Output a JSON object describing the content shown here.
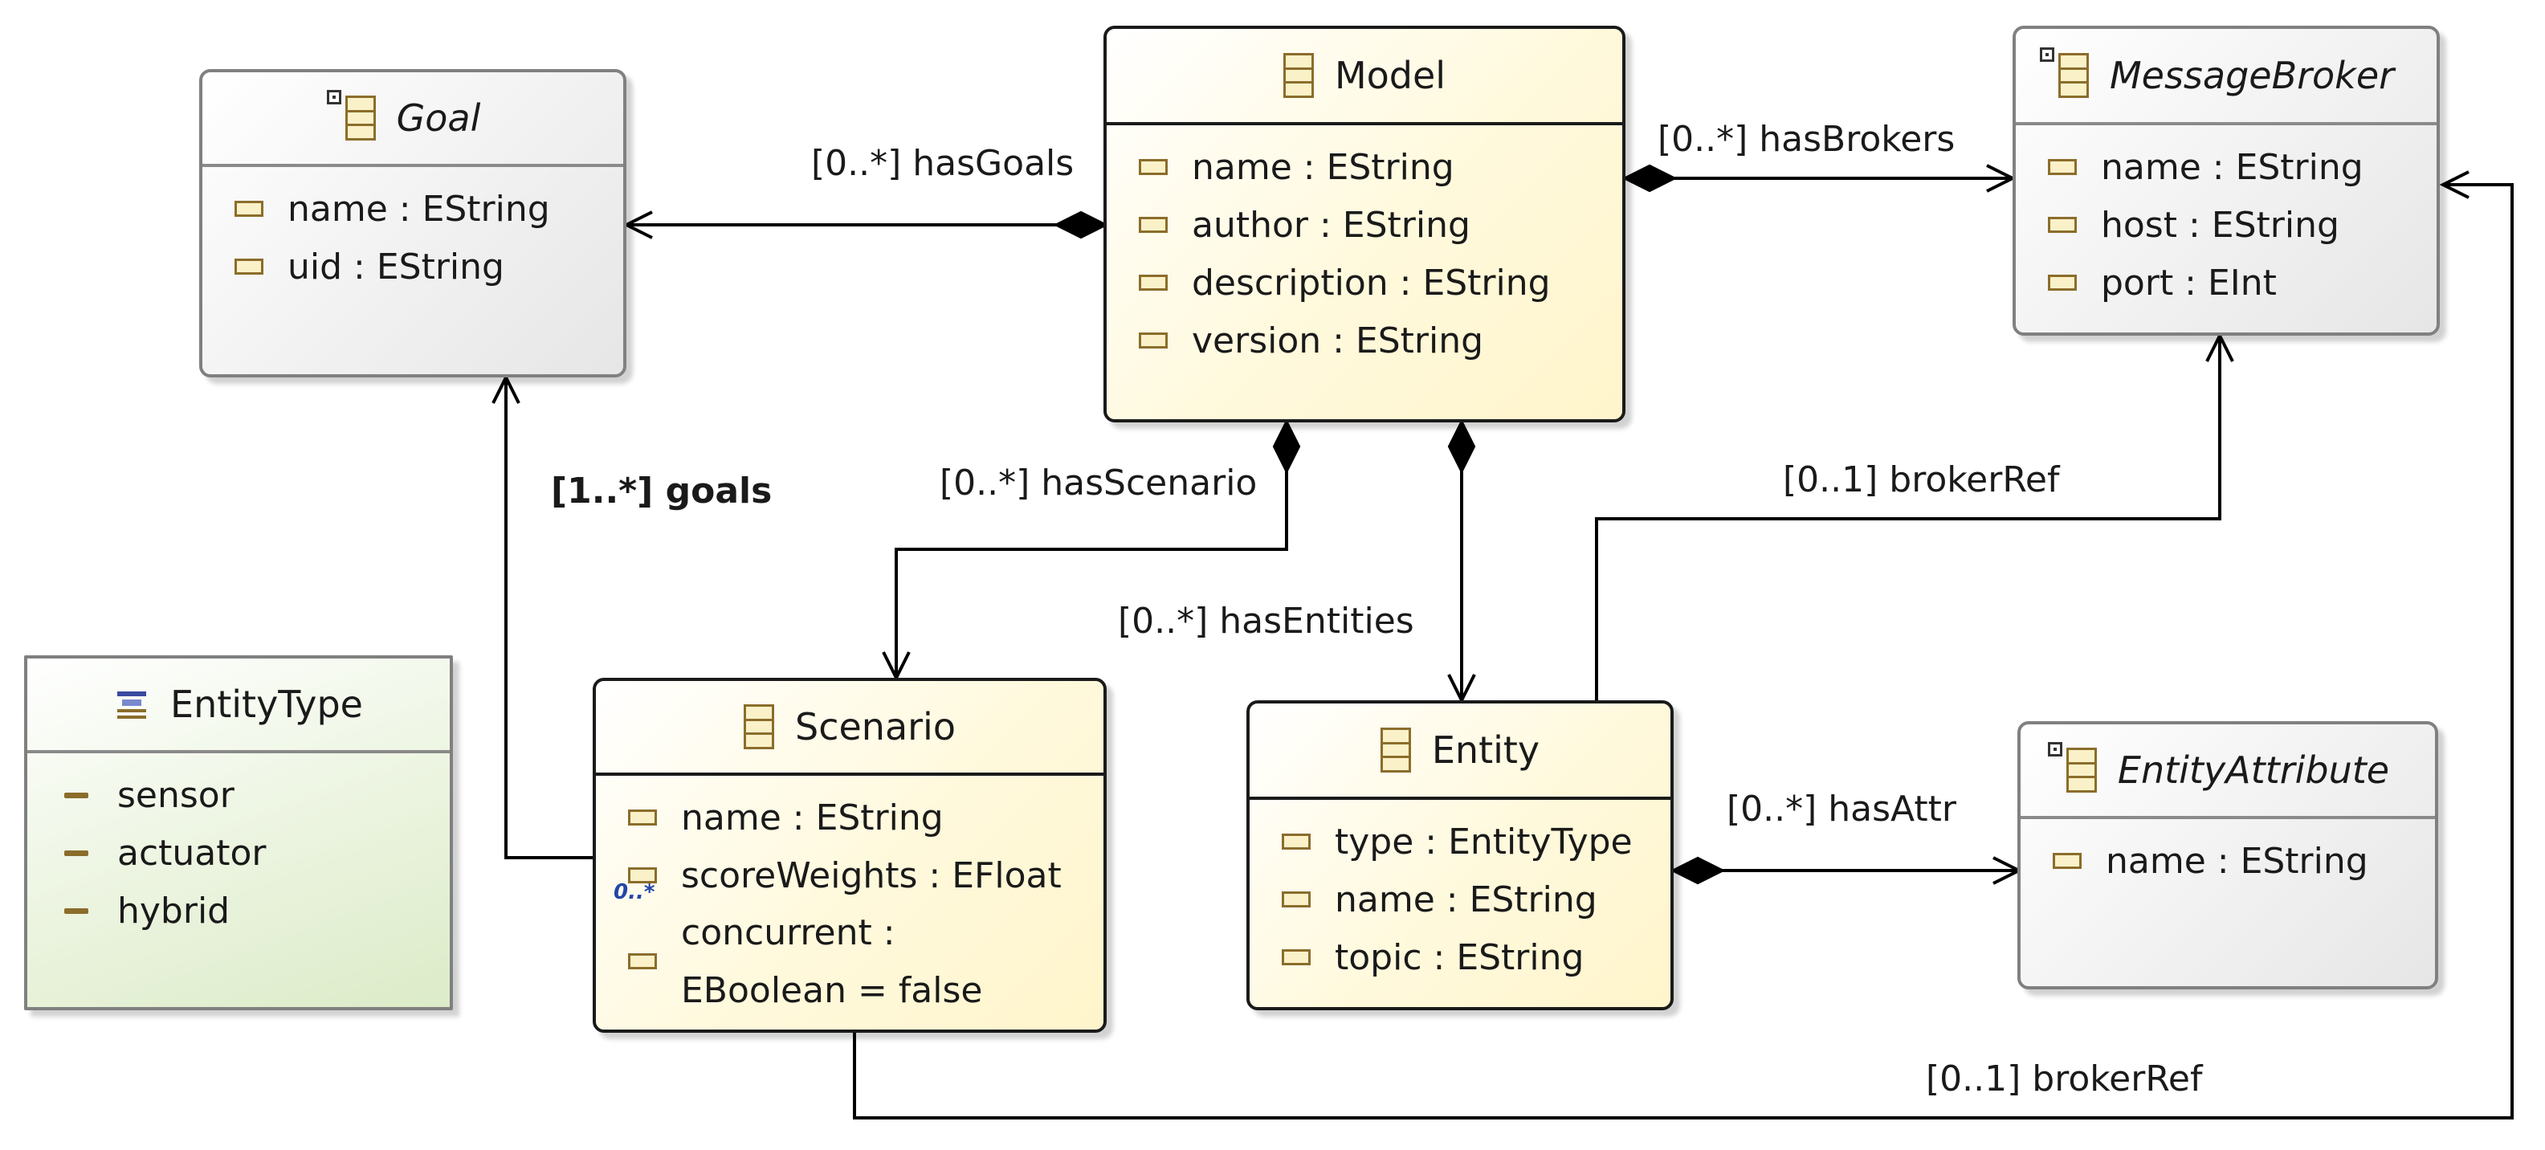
{
  "classes": {
    "goal": {
      "name": "Goal",
      "attrs": [
        "name : EString",
        "uid : EString"
      ]
    },
    "model": {
      "name": "Model",
      "attrs": [
        "name : EString",
        "author : EString",
        "description : EString",
        "version : EString"
      ]
    },
    "broker": {
      "name": "MessageBroker",
      "attrs": [
        "name : EString",
        "host : EString",
        "port : EInt"
      ]
    },
    "entitytype": {
      "name": "EntityType",
      "literals": [
        "sensor",
        "actuator",
        "hybrid"
      ]
    },
    "scenario": {
      "name": "Scenario",
      "attrs": [
        "name : EString",
        "scoreWeights : EFloat",
        "concurrent :",
        "EBoolean = false"
      ],
      "multiplicity_icon": "0..*"
    },
    "entity": {
      "name": "Entity",
      "attrs": [
        "type : EntityType",
        "name : EString",
        "topic : EString"
      ]
    },
    "entityattribute": {
      "name": "EntityAttribute",
      "attrs": [
        "name : EString"
      ]
    }
  },
  "references": {
    "hasGoals": "[0..*] hasGoals",
    "hasBrokers": "[0..*] hasBrokers",
    "goals": "[1..*] goals",
    "hasScenario": "[0..*] hasScenario",
    "hasEntities": "[0..*] hasEntities",
    "brokerRefEntity": "[0..1] brokerRef",
    "hasAttr": "[0..*] hasAttr",
    "brokerRefScenario": "[0..1] brokerRef"
  },
  "icons": {
    "class": "eclass-icon",
    "abstract": "abstract-class-icon",
    "attribute": "eattribute-icon",
    "enum": "eenum-icon",
    "literal": "enum-literal-icon"
  },
  "colors": {
    "concrete_fill": "#fff5cc",
    "abstract_fill": "#e6e6e6",
    "enum_fill": "#dcebc8",
    "attr_icon": "#8b6d2b"
  }
}
